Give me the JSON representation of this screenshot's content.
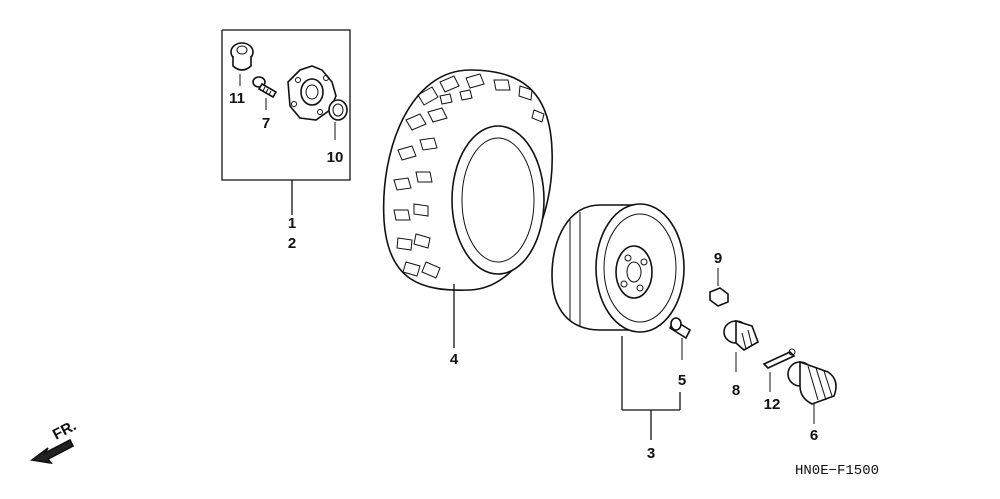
{
  "diagram_code": "HN0E−F1500",
  "direction_label": "FR.",
  "callouts": {
    "c1": "1",
    "c2": "2",
    "c3": "3",
    "c4": "4",
    "c5": "5",
    "c6": "6",
    "c7": "7",
    "c8": "8",
    "c9": "9",
    "c10": "10",
    "c11": "11",
    "c12": "12"
  }
}
